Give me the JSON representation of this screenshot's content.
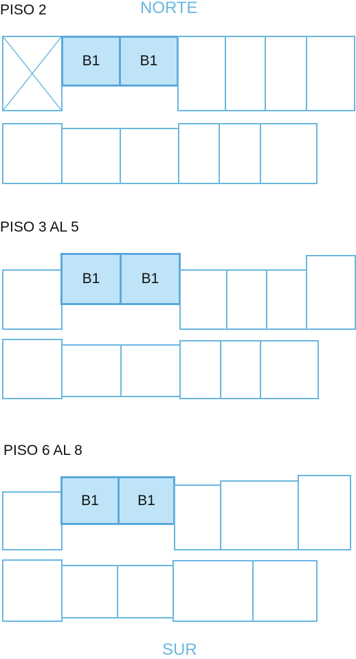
{
  "orientation": {
    "north": "NORTE",
    "south": "SUR"
  },
  "colors": {
    "outline": "#6ab7e0",
    "highlight_fill": "#bfe4f8",
    "text": "#111111"
  },
  "floors": [
    {
      "label": "PISO 2",
      "unit_tags": [
        "B1",
        "B1"
      ],
      "crossed_out_unit": true
    },
    {
      "label": "PISO 3 AL 5",
      "unit_tags": [
        "B1",
        "B1"
      ],
      "crossed_out_unit": false
    },
    {
      "label": "PISO 6 AL 8",
      "unit_tags": [
        "B1",
        "B1"
      ],
      "crossed_out_unit": false
    }
  ]
}
